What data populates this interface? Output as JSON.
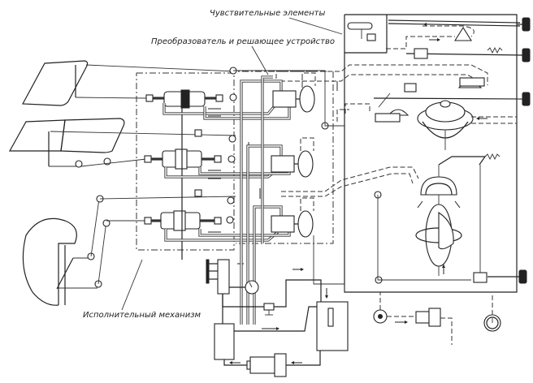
{
  "diagram": {
    "title": "Autopilot functional schematic",
    "labels": {
      "sensing_elements": "Чувствительные элементы",
      "converter_decision_unit": "Преобразователь и решающее устройство",
      "actuator": "Исполнительный механизм"
    },
    "components": {
      "control_surfaces": [
        "elevator",
        "aileron",
        "rudder"
      ],
      "servo_cylinders": 3,
      "relay_valves": 3,
      "diaphragm_units": 3,
      "gyros": [
        "directional gyro",
        "vertical gyro"
      ],
      "adjust_knobs": 4,
      "gauges": 2,
      "pump": 1,
      "oil_tank": 1,
      "filter": 1,
      "manifold_outputs": 3
    }
  }
}
